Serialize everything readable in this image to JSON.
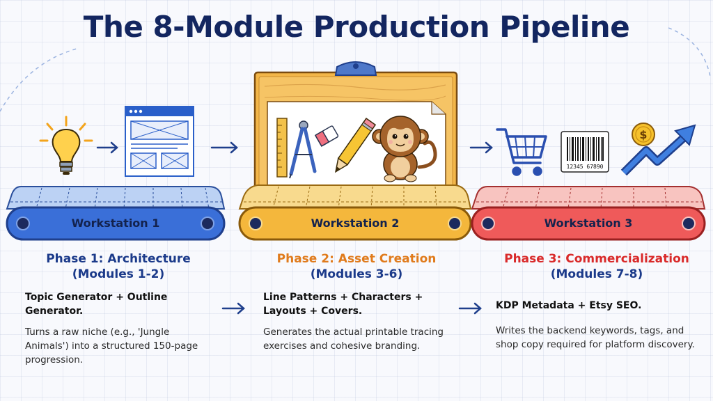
{
  "title": "The 8-Module Production Pipeline",
  "workstations": [
    {
      "label": "Workstation 1",
      "color": "#3a6fd8"
    },
    {
      "label": "Workstation 2",
      "color": "#f4b73c"
    },
    {
      "label": "Workstation 3",
      "color": "#ef5a5a"
    }
  ],
  "phases": [
    {
      "title": "Phase 1: Architecture",
      "modules": "(Modules 1-2)",
      "summary": "Topic Generator + Outline Generator.",
      "description": "Turns a raw niche (e.g., 'Jungle Animals') into a structured 150-page progression.",
      "color": "#1b3a8a"
    },
    {
      "title": "Phase 2: Asset Creation",
      "modules": "(Modules 3-6)",
      "summary": "Line Patterns + Characters + Layouts + Covers.",
      "description": "Generates the actual printable tracing exercises and cohesive branding.",
      "color": "#e07b1c"
    },
    {
      "title": "Phase 3: Commercialization",
      "modules": "(Modules 7-8)",
      "summary": "KDP Metadata + Etsy SEO.",
      "description": "Writes the backend keywords, tags, and shop copy required for platform discovery.",
      "color": "#d92a2a"
    }
  ],
  "icons": [
    "lightbulb-icon",
    "wireframe-icon",
    "ruler-icon",
    "compass-icon",
    "eraser-icon",
    "pencil-icon",
    "monkey-icon",
    "shopping-cart-icon",
    "barcode-icon",
    "dollar-coin-icon",
    "growth-arrow-icon"
  ],
  "barcode_text": "12345 67890"
}
